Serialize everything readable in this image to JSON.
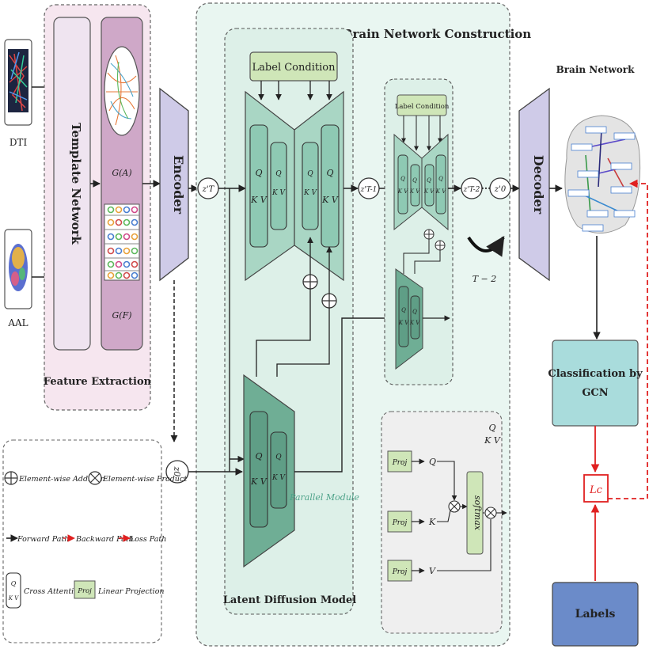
{
  "inputs": {
    "dti_label": "DTI",
    "aal_label": "AAL"
  },
  "feature_extraction": {
    "title": "Feature Extraction",
    "template_network": "Template Network",
    "graph_a": "G(A)",
    "graph_f": "G(F)"
  },
  "encoder_label": "Encoder",
  "decoder_label": "Decoder",
  "brain_network_construction": {
    "title": "Brain Network Construction",
    "label_condition": "Label Condition",
    "label_condition_small": "Label Condition",
    "latent_diffusion_model": "Latent Diffusion Model",
    "parallel_module": "Parallel Module",
    "qkv_q": "Q",
    "qkv_kv": "K V",
    "z_t": "z'T",
    "z_t1": "z'T-1",
    "z_t2": "z'T-2",
    "z_0prime": "z'0",
    "z_0": "z0",
    "dots": "···",
    "t_minus_2": "T − 2"
  },
  "attention": {
    "q_header": "Q",
    "kv_header": "K V",
    "proj": "Proj",
    "q": "Q",
    "k": "K",
    "v": "V",
    "softmax": "softmax"
  },
  "legend": {
    "element_add": "Element-wise Addition",
    "element_product": "Element-wise Product",
    "forward": "Forward Path",
    "backward": "Backward Path",
    "loss": "Loss Path",
    "cross_attention": "Cross Attention",
    "linear_projection": "Linear Projection",
    "proj": "Proj",
    "q": "Q",
    "kv": "K V"
  },
  "right_panel": {
    "brain_network": "Brain Network",
    "classification_line1": "Classification by",
    "classification_line2": "GCN",
    "loss": "Lc",
    "labels": "Labels"
  },
  "colors": {
    "feature_bg": "#f6e6ef",
    "template_box": "#efe4f0",
    "graph_box": "#cfa8c8",
    "encoder": "#cfcbe8",
    "construction_bg": "#e9f6f1",
    "unet": "#a9d6c4",
    "qkv": "#8ec9b3",
    "label_cond": "#cfe6b8",
    "parallel": "#6fae95",
    "gcn": "#a9dcdc",
    "labels": "#6b8bc9",
    "loss": "#e02020"
  }
}
